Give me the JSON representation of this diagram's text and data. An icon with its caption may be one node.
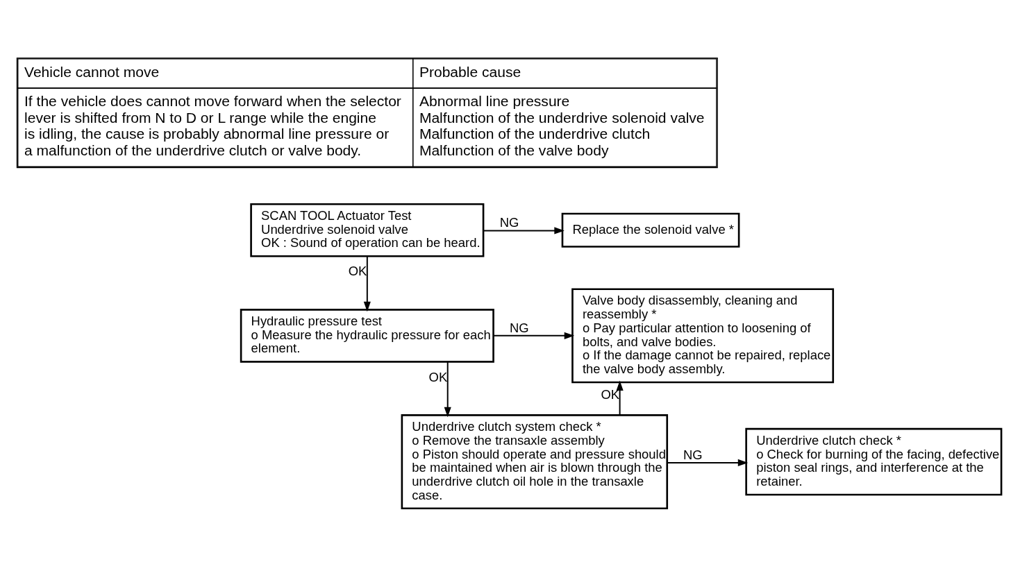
{
  "diagram": {
    "nodes": [
      {
        "text": [
          "SCAN TOOL Actuator Test",
          "Underdrive solenoid valve",
          "OK : Sound of operation can be heard."
        ]
      },
      {
        "text": [
          "Replace the solenoid valve *"
        ]
      },
      {
        "text": [
          "Hydraulic pressure test",
          "o Measure the hydraulic pressure for each element."
        ]
      },
      {
        "text": [
          "Valve body disassembly, cleaning and reassembly *",
          "o Pay particular attention to loosening of bolts, and valve bodies.",
          "o If the damage cannot be repaired, replace the valve body assembly."
        ]
      },
      {
        "text": [
          "Underdrive clutch system check *",
          "o Remove the transaxle assembly",
          "o Piston should operate and pressure should be maintained when air is blown through the underdrive clutch oil hole in the transaxle case."
        ]
      },
      {
        "text": [
          "Underdrive clutch check *",
          "o Check for burning of the facing, defective piston seal rings, and interference at the retainer."
        ]
      }
    ],
    "edges": [
      {
        "from": 0,
        "to": 1,
        "arrow": "to",
        "label": "NG"
      },
      {
        "from": 0,
        "to": 2,
        "arrow": "to",
        "label": "OK"
      },
      {
        "from": 2,
        "to": 3,
        "arrow": "to",
        "label": "NG"
      },
      {
        "from": 2,
        "to": 4,
        "arrow": "to",
        "label": "OK"
      },
      {
        "from": 4,
        "to": 3,
        "arrow": "to",
        "label": "OK"
      },
      {
        "from": 4,
        "to": 5,
        "arrow": "to",
        "label": "NG"
      }
    ],
    "labels": [
      "Vehicle cannot move",
      "Probable cause",
      "If the vehicle does cannot move forward when the selector lever is shifted from N to D or L range while the engine is idling, the cause is probably abnormal line pressure or a malfunction of the underdrive clutch or valve body.",
      "Abnormal line pressure",
      "Malfunction of the underdrive solenoid valve",
      "Malfunction of the underdrive clutch",
      "Malfunction of the valve body"
    ]
  }
}
